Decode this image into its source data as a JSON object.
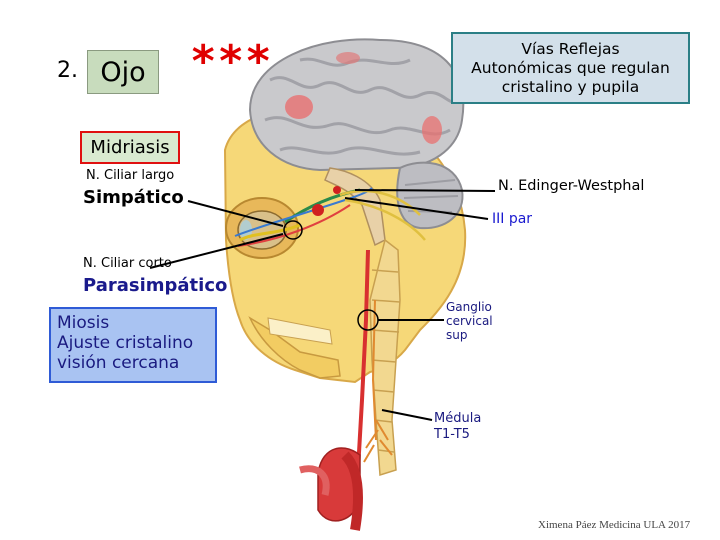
{
  "slide": {
    "number": "2.",
    "section": "Ojo",
    "stars": "***",
    "title_lines": [
      "Vías Reflejas",
      "Autonómicas que regulan",
      "cristalino y pupila"
    ],
    "midriasis": "Midriasis",
    "n_ciliar_largo": "N. Ciliar largo",
    "simpatico": "Simpático",
    "n_edinger": "N. Edinger-Westphal",
    "iii_par": "III  par",
    "n_ciliar_corto": "N. Ciliar corto",
    "parasimpatico": "Parasimpático",
    "miosis_lines": [
      "Miosis",
      "Ajuste cristalino",
      "visión cercana"
    ],
    "ganglio_lines": [
      "Ganglio",
      "cervical",
      "sup"
    ],
    "medula_lines": [
      "Médula",
      "T1-T5"
    ],
    "credit": "Ximena Páez Medicina ULA 2017"
  },
  "colors": {
    "stars": "#e00000",
    "title_box_fill": "#d3e0ea",
    "title_box_border": "#2b7f86",
    "midriasis_border": "#e01010",
    "miosis_fill": "#a9c3f2",
    "parasimpatico_text": "#1a1a8c"
  }
}
